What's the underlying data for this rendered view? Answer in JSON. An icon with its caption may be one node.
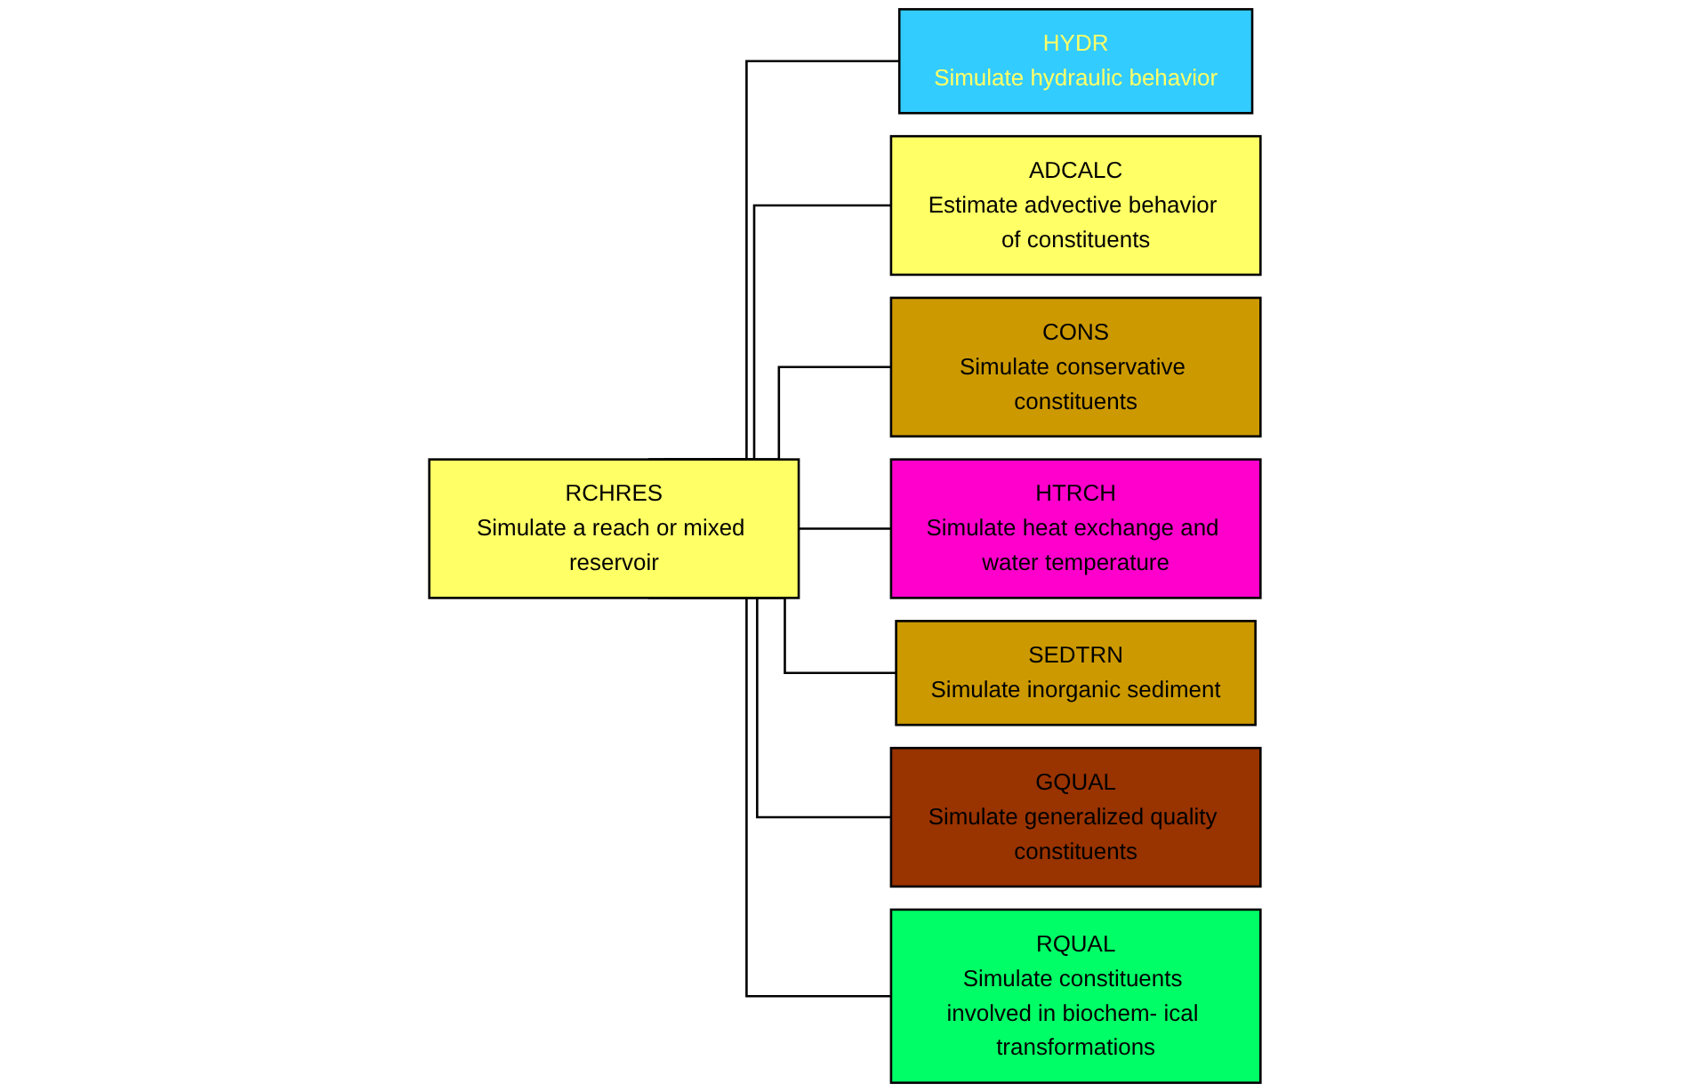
{
  "diagram": {
    "nodes": [
      {
        "text": [
          "RCHRES",
          "Simulate a reach or mixed reservoir"
        ]
      },
      {
        "text": [
          "HYDR",
          "Simulate hydraulic behavior"
        ]
      },
      {
        "text": [
          "ADCALC",
          "Estimate advective behavior of constituents"
        ]
      },
      {
        "text": [
          "CONS",
          "Simulate conservative constituents"
        ]
      },
      {
        "text": [
          "HTRCH",
          "Simulate heat exchange and water temperature"
        ]
      },
      {
        "text": [
          "SEDTRN",
          "Simulate inorganic sediment"
        ]
      },
      {
        "text": [
          "GQUAL",
          "Simulate generalized quality constituents"
        ]
      },
      {
        "text": [
          "RQUAL",
          "Simulate constituents involved in biochem- ical transformations"
        ]
      }
    ],
    "edges": [
      {
        "from": 0,
        "to": 1,
        "arrow": "none"
      },
      {
        "from": 0,
        "to": 2,
        "arrow": "none"
      },
      {
        "from": 0,
        "to": 3,
        "arrow": "none"
      },
      {
        "from": 0,
        "to": 4,
        "arrow": "none"
      },
      {
        "from": 0,
        "to": 5,
        "arrow": "none"
      },
      {
        "from": 0,
        "to": 6,
        "arrow": "none"
      },
      {
        "from": 0,
        "to": 7,
        "arrow": "none"
      }
    ]
  }
}
